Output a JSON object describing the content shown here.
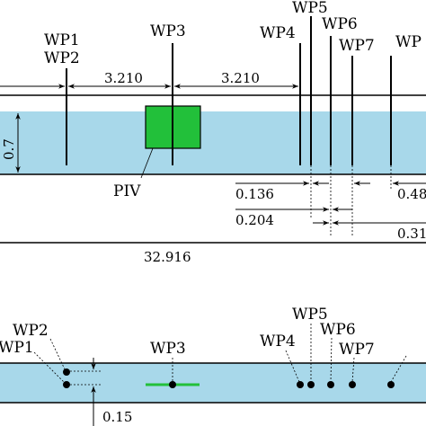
{
  "colors": {
    "water": "#a8d8ea",
    "piv_box": "#22c03a",
    "line": "#000000",
    "background": "#ffffff"
  },
  "side_view": {
    "gauges": {
      "wp1": "WP1",
      "wp2": "WP2",
      "wp3": "WP3",
      "wp4": "WP4",
      "wp5": "WP5",
      "wp6": "WP6",
      "wp7": "WP7",
      "wp8": "WP"
    },
    "piv_label": "PIV",
    "dimensions": {
      "spacing_left": "3.210",
      "spacing_right": "3.210",
      "depth": "0.7",
      "wp4_wp5": "0.136",
      "wp4_wp6": "0.204",
      "wp7_wp8": "0.48",
      "wp6_wp8": "0.31",
      "total_length": "32.916"
    }
  },
  "plan_view": {
    "gauges": {
      "wp1": "WP1",
      "wp2": "WP2",
      "wp3": "WP3",
      "wp4": "WP4",
      "wp5": "WP5",
      "wp6": "WP6",
      "wp7": "WP7"
    },
    "dimensions": {
      "offset": "0.15"
    }
  }
}
